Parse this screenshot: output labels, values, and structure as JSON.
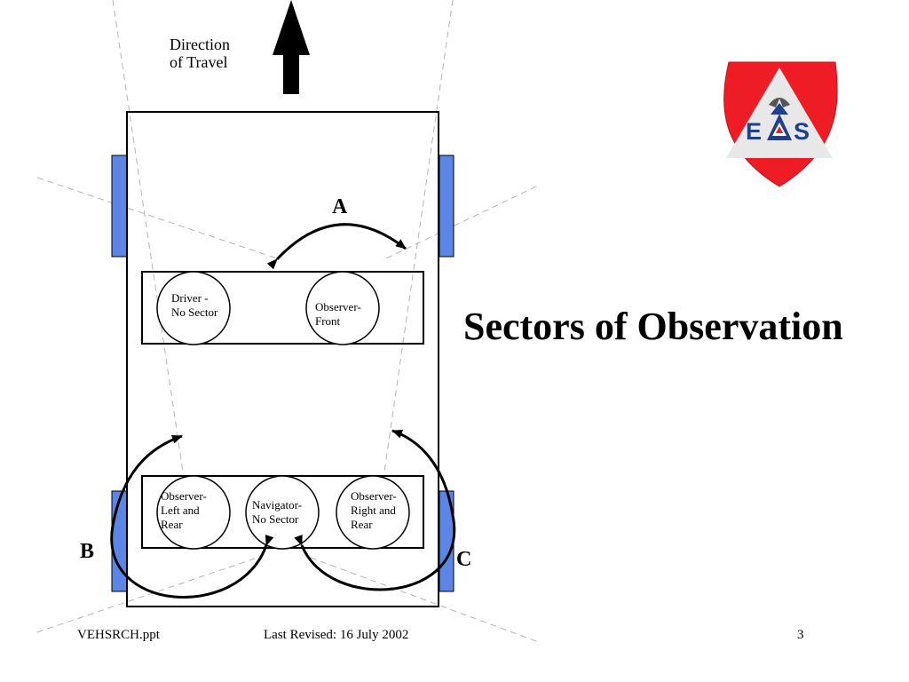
{
  "slide": {
    "title": "Sectors of Observation",
    "direction_label": "Direction\nof Travel",
    "colors": {
      "tire": "#5b86e5",
      "logo_red": "#ee1c25",
      "logo_blue": "#1f3f8f",
      "guide_line": "#b4b4b4"
    }
  },
  "diagram": {
    "front_seats": [
      {
        "label": "Driver -\nNo Sector"
      },
      {
        "label": "Observer-\nFront"
      }
    ],
    "rear_seats": [
      {
        "label": "Observer-\nLeft and\nRear"
      },
      {
        "label": "Navigator-\nNo Sector"
      },
      {
        "label": "Observer-\nRight and\nRear"
      }
    ],
    "sectors": {
      "a": "A",
      "b": "B",
      "c": "C"
    }
  },
  "logo": {
    "letter_left": "E",
    "letter_right": "S",
    "icon": "eagle-emblem-icon"
  },
  "footer": {
    "filename": "VEHSRCH.ppt",
    "revised": "Last Revised: 16 July 2002",
    "page": "3"
  }
}
